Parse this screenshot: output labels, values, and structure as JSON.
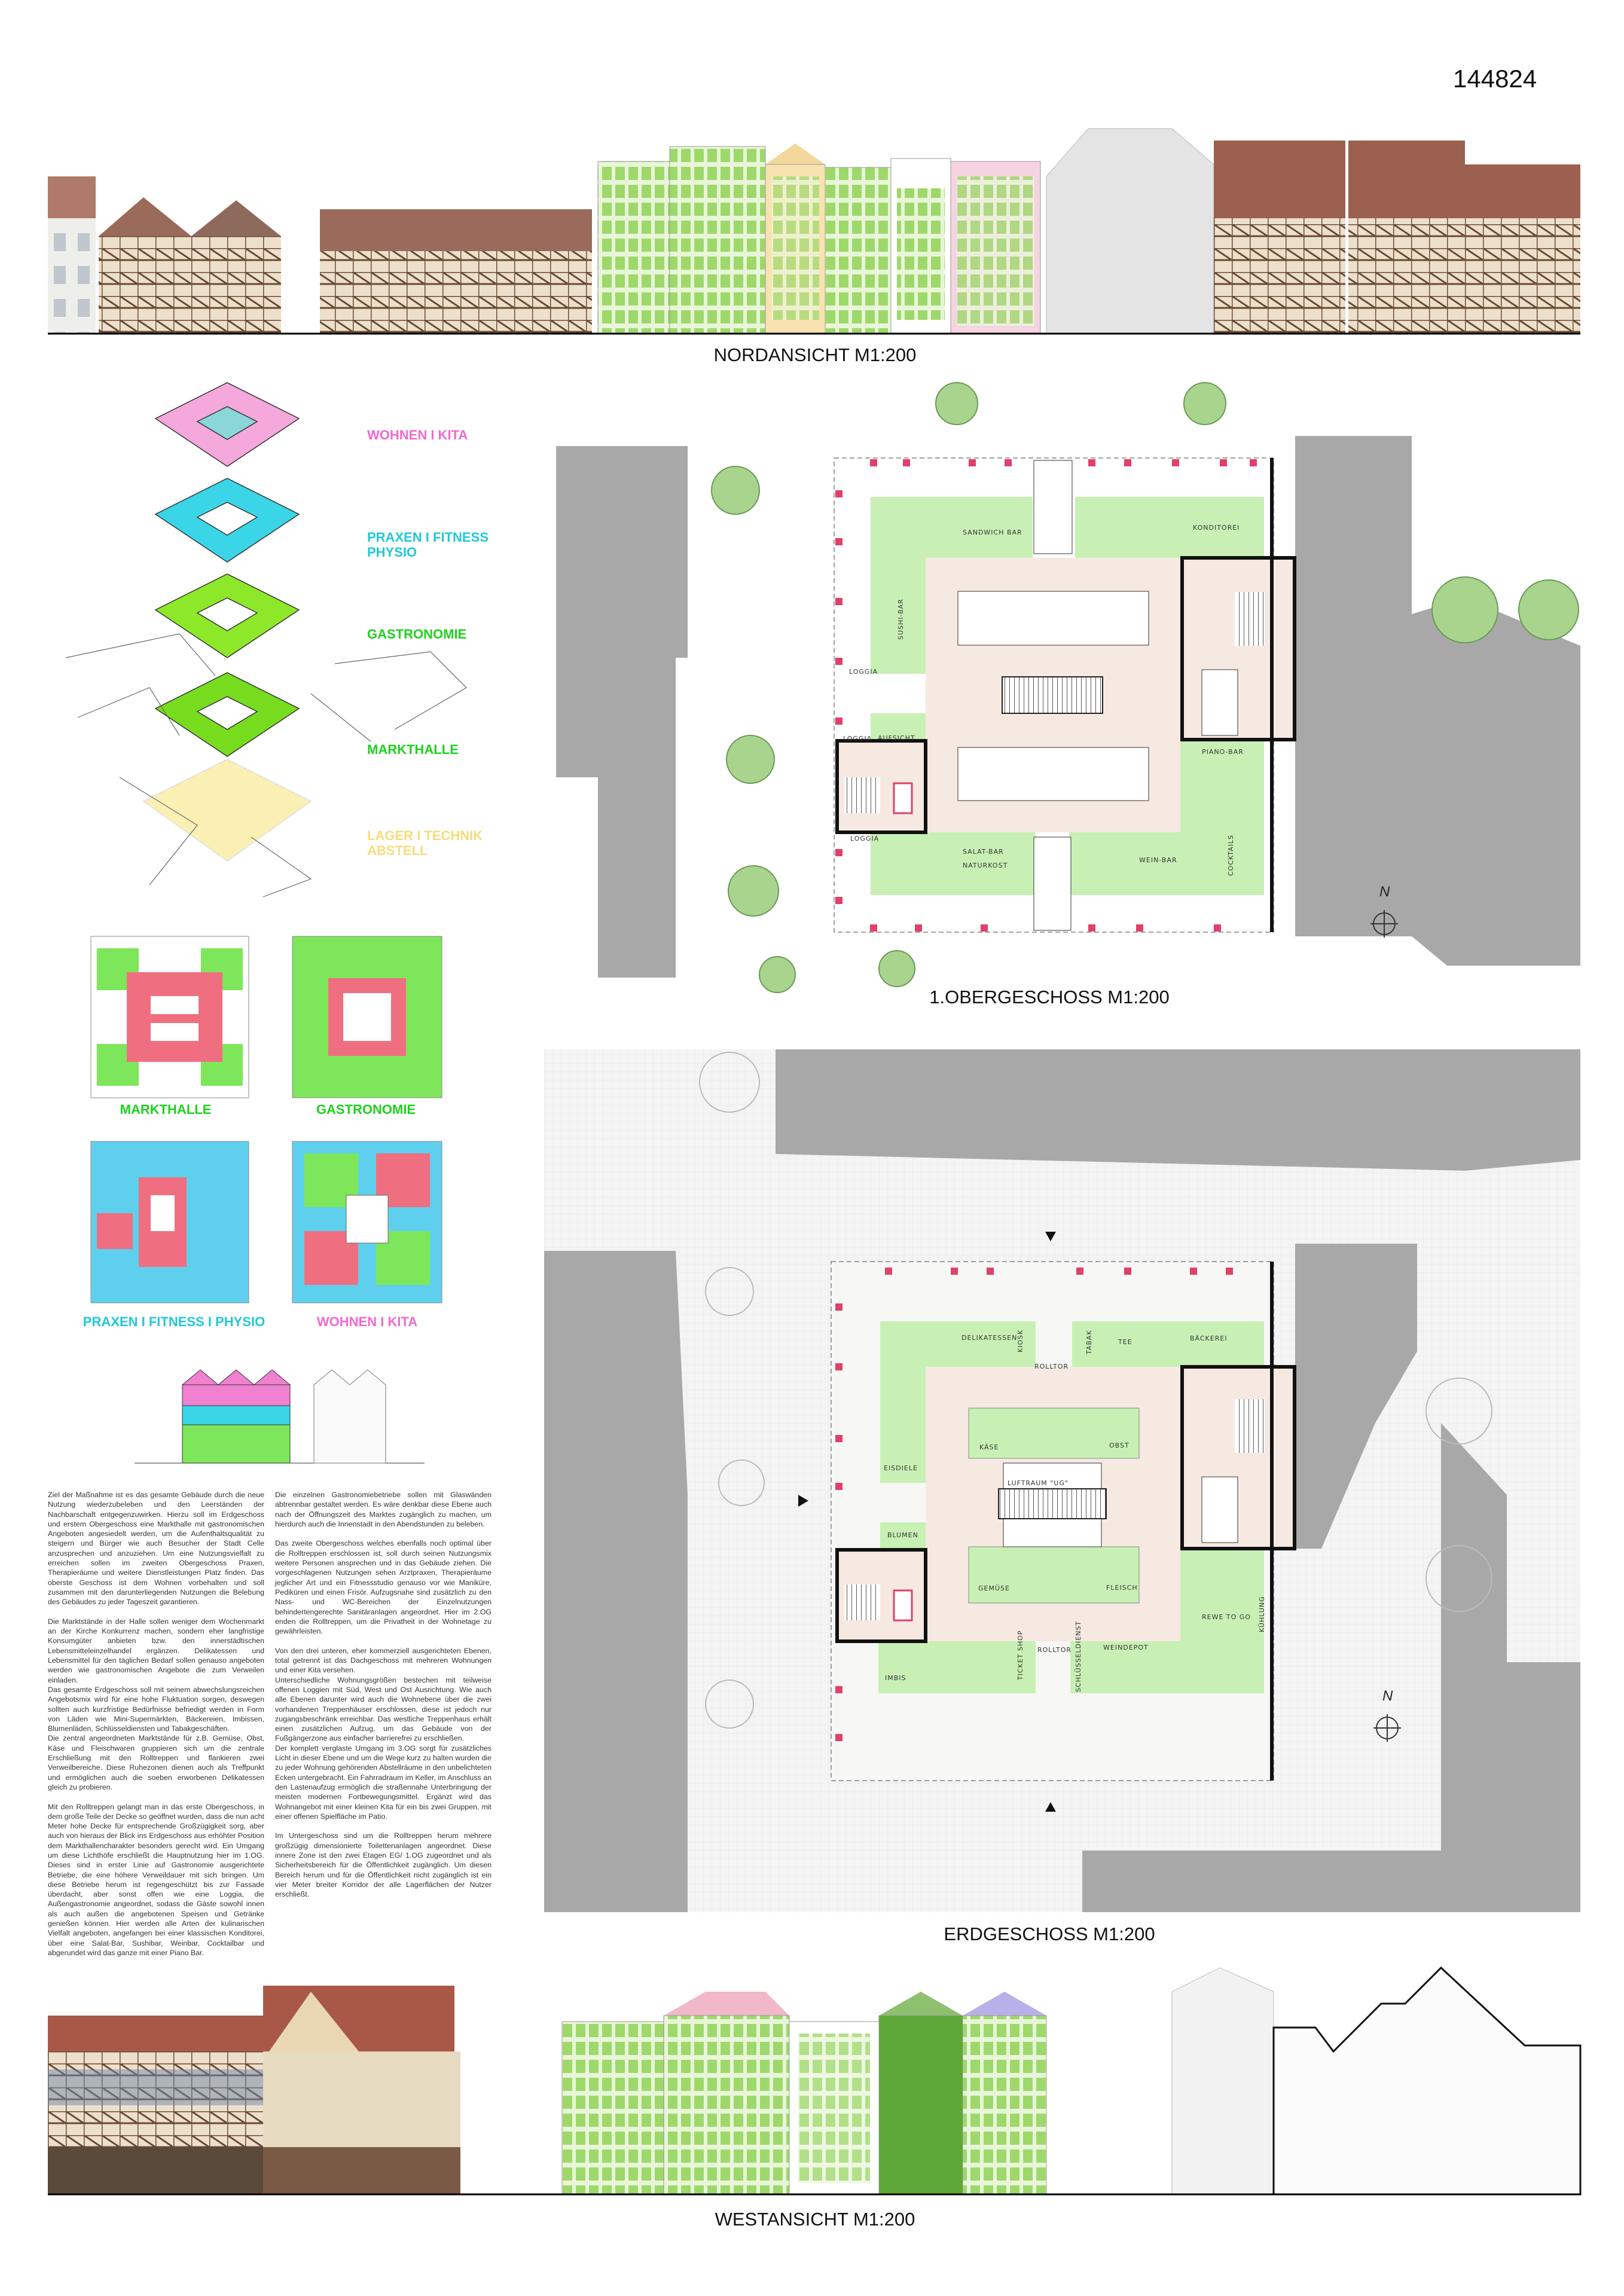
{
  "sheet_number": "144824",
  "north_elevation": {
    "title": "NORDANSICHT M1:200"
  },
  "west_elevation": {
    "title": "WESTANSICHT M1:200"
  },
  "axonometric": {
    "labels": [
      {
        "line1": "WOHNEN I KITA",
        "line2": "",
        "color": "#f06ad0"
      },
      {
        "line1": "PRAXEN I FITNESS",
        "line2": "PHYSIO",
        "color": "#22c8d8"
      },
      {
        "line1": "GASTRONOMIE",
        "line2": "",
        "color": "#1ed21e"
      },
      {
        "line1": "MARKTHALLE",
        "line2": "",
        "color": "#1ed21e"
      },
      {
        "line1": "LAGER I TECHNIK",
        "line2": "ABSTELL",
        "color": "#f8dc7a"
      }
    ]
  },
  "usage_plans": [
    {
      "label": "MARKTHALLE",
      "color": "#1ed21e"
    },
    {
      "label": "GASTRONOMIE",
      "color": "#1ed21e"
    },
    {
      "label": "PRAXEN I FITNESS I PHYSIO",
      "color": "#22c8d8"
    },
    {
      "label": "WOHNEN I KITA",
      "color": "#f06ad0"
    }
  ],
  "floor_1og": {
    "title": "1.OBERGESCHOSS M1:200",
    "north": "N",
    "rooms": [
      "SANDWICH BAR",
      "KONDITOREI",
      "SUSHI-BAR",
      "LOGGIA",
      "LOGGIA",
      "LOGGIA",
      "AUFSICHT",
      "PIANO-BAR",
      "SALAT-BAR",
      "NATURKOST",
      "WEIN-BAR",
      "COCKTAILS"
    ]
  },
  "floor_eg": {
    "title": "ERDGESCHOSS M1:200",
    "north": "N",
    "rooms": [
      "DELIKATESSEN",
      "KIOSK",
      "TABAK",
      "TEE",
      "BÄCKEREI",
      "ROLLTOR",
      "KÄSE",
      "OBST",
      "EISDIELE",
      "LUFTRAUM \"UG\"",
      "BLUMEN",
      "GEMÜSE",
      "FLEISCH",
      "REWE TO GO",
      "WEINDEPOT",
      "ROLLTOR",
      "TICKET SHOP",
      "SCHLÜSSELDIENST",
      "IMBIS",
      "KÜHLUNG"
    ]
  },
  "text": {
    "col1": [
      "Ziel der Maßnahme ist es das gesamte Gebäude durch die neue Nutzung wiederzubeleben und den Leerständen der Nachbarschaft entgegenzuwirken. Hierzu soll im Erdgeschoss und erstem Obergeschoss eine Markthalle mit gastronomischen Angeboten angesiedelt werden, um die Aufenthaltsqualität zu steigern und Bürger wie auch Besucher der Stadt Celle anzusprechen und anzuziehen. Um eine Nutzungsvielfalt zu erreichen sollen im zweiten Obergeschoss Praxen, Therapieräume und weitere Dienstleistungen Platz finden. Das oberste Geschoss ist dem Wohnen vorbehalten und soll zusammen mit den darunterliegenden Nutzungen die Belebung des Gebäudes zu jeder Tageszeit garantieren.",
      "Die Marktstände in der Halle sollen weniger dem Wochenmarkt an der Kirche Konkurrenz machen, sondern eher langfristige Konsumgüter anbieten bzw. den innerstädtischen Lebensmitteleinzelhandel ergänzen. Delikatessen und Lebensmittel für den täglichen Bedarf sollen genauso angeboten werden wie gastronomischen Angebote die zum Verweilen einladen.",
      "Das gesamte Erdgeschoss soll mit seinem abwechslungsreichen Angebotsmix wird für eine hohe Fluktuation sorgen, deswegen sollten auch kurzfristige Bedürfnisse befriedigt werden in Form von Läden wie Mini-Supermärkten, Bäckereien, Imbissen, Blumenläden, Schlüsseldiensten und Tabakgeschäften.",
      "Die zentral angeordneten Marktstände für z.B. Gemüse, Obst, Käse und Fleischwaren gruppieren sich um die zentrale Erschließung mit den Rolltreppen und flankieren zwei Verweilbereiche. Diese Ruhezonen dienen auch als Treffpunkt und ermöglichen auch die soeben erworbenen Delikatessen gleich zu probieren.",
      "Mit den Rolltreppen gelangt man in das erste Obergeschoss, in dem große Teile der Decke so geöffnet wurden, dass die nun acht Meter hohe Decke für entsprechende Großzügigkeit sorg, aber auch von hieraus der Blick ins Erdgeschoss aus erhöhter Position dem Markthallencharakter besonders gerecht wird. Ein Umgang um diese Lichthöfe erschließt die Hauptnutzung hier im 1.OG. Dieses sind in erster Linie auf Gastronomie ausgerichtete Betriebe, die eine höhere Verweildauer mit sich bringen. Um diese Betriebe herum ist regengeschützt bis zur Fassade überdacht, aber sonst offen wie eine Loggia, die Außengastronomie angeordnet, sodass die Gäste sowohl innen als auch außen die angebotenen Speisen und Getränke genießen können. Hier werden alle Arten der kulinarischen Vielfalt angeboten, angefangen bei einer klassischen Konditorei, über eine Salat-Bar, Sushibar, Weinbar, Cocktailbar und abgerundet wird das ganze mit einer Piano Bar."
    ],
    "col2": [
      "Die einzelnen Gastronomiebetriebe sollen mit Glaswänden abtrennbar gestaltet werden. Es wäre denkbar diese Ebene auch nach der Öffnungszeit des Marktes zugänglich zu machen, um hierdurch auch die Innenstadt in den Abendstunden zu beleben.",
      "Das zweite Obergeschoss welches ebenfalls noch optimal über die Rolltreppen erschlossen ist, soll durch seinen Nutzungsmix weitere Personen ansprechen und in das Gebäude ziehen. Die vorgeschlagenen Nutzungen sehen Arztpraxen, Therapieräume jeglicher Art und ein Fitnessstudio genauso vor wie Maniküre, Pediküren und einen Frisör. Aufzugsnahe sind zusätzlich zu den Nass- und WC-Bereichen der Einzelnutzungen behindertengerechte Sanitäranlagen angeordnet. Hier im 2.OG enden die Rolltreppen, um die Privatheit in der Wohnetage zu gewährleisten.",
      "Von den drei unteren, eher kommerziell ausgerichteten Ebenen, total getrennt ist das Dachgeschoss mit mehreren Wohnungen und einer Kita versehen.",
      "Unterschiedliche Wohnungsgrößen bestechen mit teilweise offenen Loggien mit Süd, West und Ost Ausrichtung. Wie auch alle Ebenen darunter wird auch die Wohnebene über die zwei vorhandenen Treppenhäuser erschlossen, diese ist jedoch nur zugangsbeschränk erreichbar. Das westliche Treppenhaus erhält einen zusätzlichen Aufzug, um das Gebäude von der Fußgängerzone aus einfacher barrierefrei zu erschließen.",
      "Der komplett verglaste Umgang im 3.OG sorgt für zusätzliches Licht in dieser Ebene und um die Wege kurz zu halten wurden die zu jeder Wohnung gehörenden Abstellräume in den unbelichteten Ecken untergebracht. Ein Fahrradraum im Keller, im Anschluss an den Lastenaufzug ermöglich die straßennahe Unterbringung der meisten modernen Fortbewegungsmittel. Ergänzt wird das Wohnangebot mit einer kleinen Kita für ein bis zwei Gruppen, mit einer offenen Spielfläche im Patio.",
      "Im Untergeschoss sind um die Rolltreppen herum mehrere großzügig dimensionierte Toilettenanlagen angeordnet. Diese innere Zone ist den zwei Etagen EG/ 1.OG zugeordnet und als Sicherheitsbereich für die Öffentlichkeit zugänglich. Um diesen Bereich herum und für die Öffentlichkeit nicht zugänglich ist ein vier Meter breiter Korridor der alle Lagerflächen der Nutzer erschließt."
    ]
  },
  "colors": {
    "green": "#c8f0b4",
    "beige": "#f6e9e2",
    "red": "#e0406a",
    "grey": "#a8a8a8"
  }
}
